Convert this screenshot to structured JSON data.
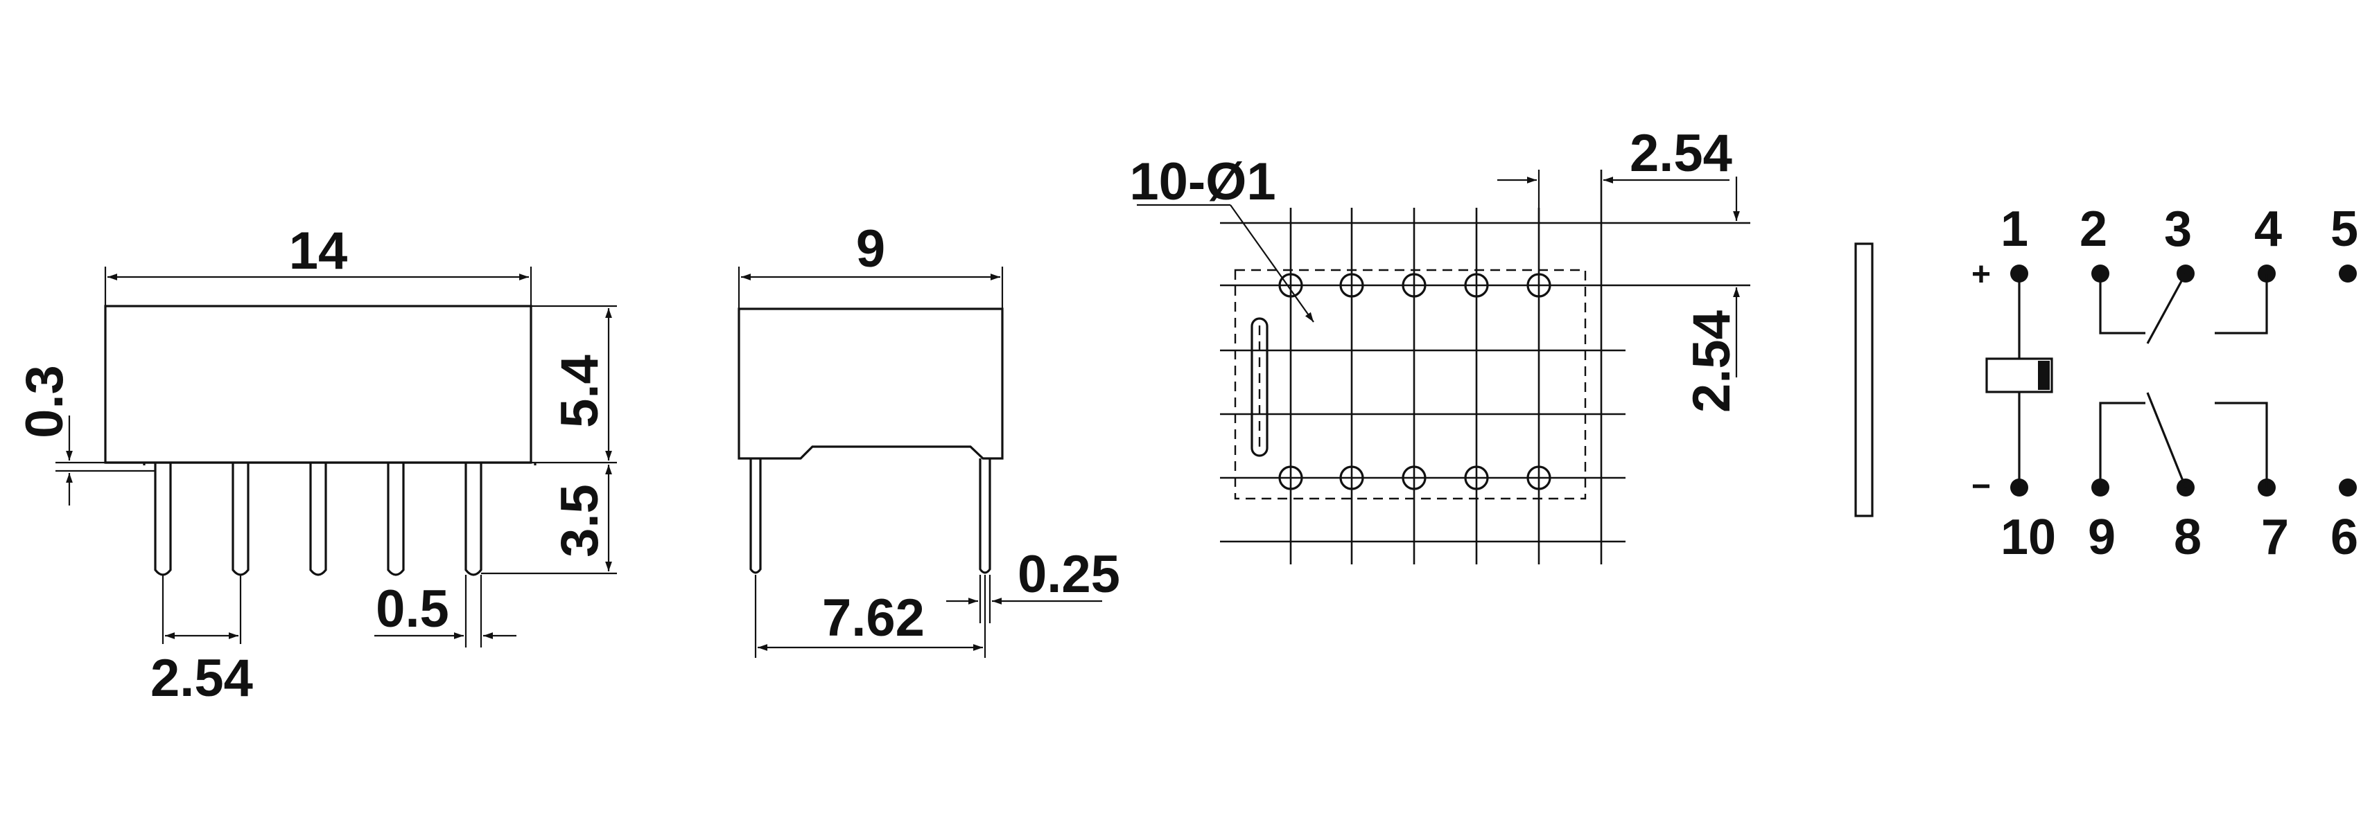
{
  "side_view": {
    "width": "14",
    "height": "5.4",
    "pin_length": "3.5",
    "standoff": "0.3",
    "pin_pitch": "2.54",
    "pin_width": "0.5"
  },
  "end_view": {
    "width": "9",
    "row_spacing": "7.62",
    "pin_thickness": "0.25"
  },
  "pcb_layout": {
    "hole_spec": "10-Ø1",
    "grid_pitch_x": "2.54",
    "grid_pitch_y": "2.54"
  },
  "schematic": {
    "top_pins": [
      "1",
      "2",
      "3",
      "4",
      "5"
    ],
    "bottom_pins": [
      "10",
      "9",
      "8",
      "7",
      "6"
    ],
    "plus_sign": "+",
    "minus_sign": "−"
  }
}
